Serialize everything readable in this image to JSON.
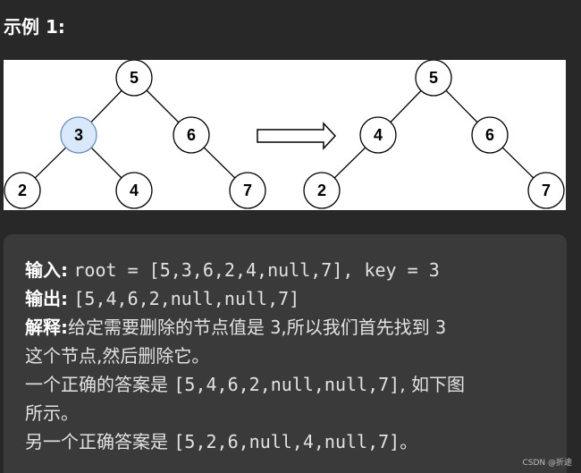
{
  "heading": "示例 1:",
  "diagram": {
    "left_tree": {
      "nodes": [
        {
          "id": "r",
          "label": "5",
          "highlighted": false
        },
        {
          "id": "a",
          "label": "3",
          "highlighted": true
        },
        {
          "id": "b",
          "label": "6",
          "highlighted": false
        },
        {
          "id": "c",
          "label": "2",
          "highlighted": false
        },
        {
          "id": "d",
          "label": "4",
          "highlighted": false
        },
        {
          "id": "e",
          "label": "7",
          "highlighted": false
        }
      ],
      "edges": [
        [
          "r",
          "a"
        ],
        [
          "r",
          "b"
        ],
        [
          "a",
          "c"
        ],
        [
          "a",
          "d"
        ],
        [
          "b",
          "e"
        ]
      ]
    },
    "right_tree": {
      "nodes": [
        {
          "id": "r",
          "label": "5",
          "highlighted": false
        },
        {
          "id": "a",
          "label": "4",
          "highlighted": false
        },
        {
          "id": "b",
          "label": "6",
          "highlighted": false
        },
        {
          "id": "c",
          "label": "2",
          "highlighted": false
        },
        {
          "id": "e",
          "label": "7",
          "highlighted": false
        }
      ],
      "edges": [
        [
          "r",
          "a"
        ],
        [
          "r",
          "b"
        ],
        [
          "a",
          "c"
        ],
        [
          "b",
          "e"
        ]
      ]
    },
    "highlight_color": "#dae8fc",
    "highlight_stroke": "#6c8ebf"
  },
  "example": {
    "input_label": "输入:",
    "input_value": "root = [5,3,6,2,4,null,7], key = 3",
    "output_label": "输出:",
    "output_value": "[5,4,6,2,null,null,7]",
    "explain_label": "解释:",
    "explain_pre": "给定需要删除的节点值是 ",
    "explain_key1": "3",
    "explain_mid": ",所以我们首先找到 ",
    "explain_key2": "3",
    "explain_line2": "这个节点,然后删除它。",
    "answer1_pre": "一个正确的答案是 ",
    "answer1_value": "[5,4,6,2,null,null,7]",
    "answer1_post": ", 如下图",
    "answer1_line2": "所示。",
    "answer2_pre": "另一个正确答案是 ",
    "answer2_value": "[5,2,6,null,4,null,7]",
    "answer2_post": "。"
  },
  "watermark": "CSDN @折途"
}
